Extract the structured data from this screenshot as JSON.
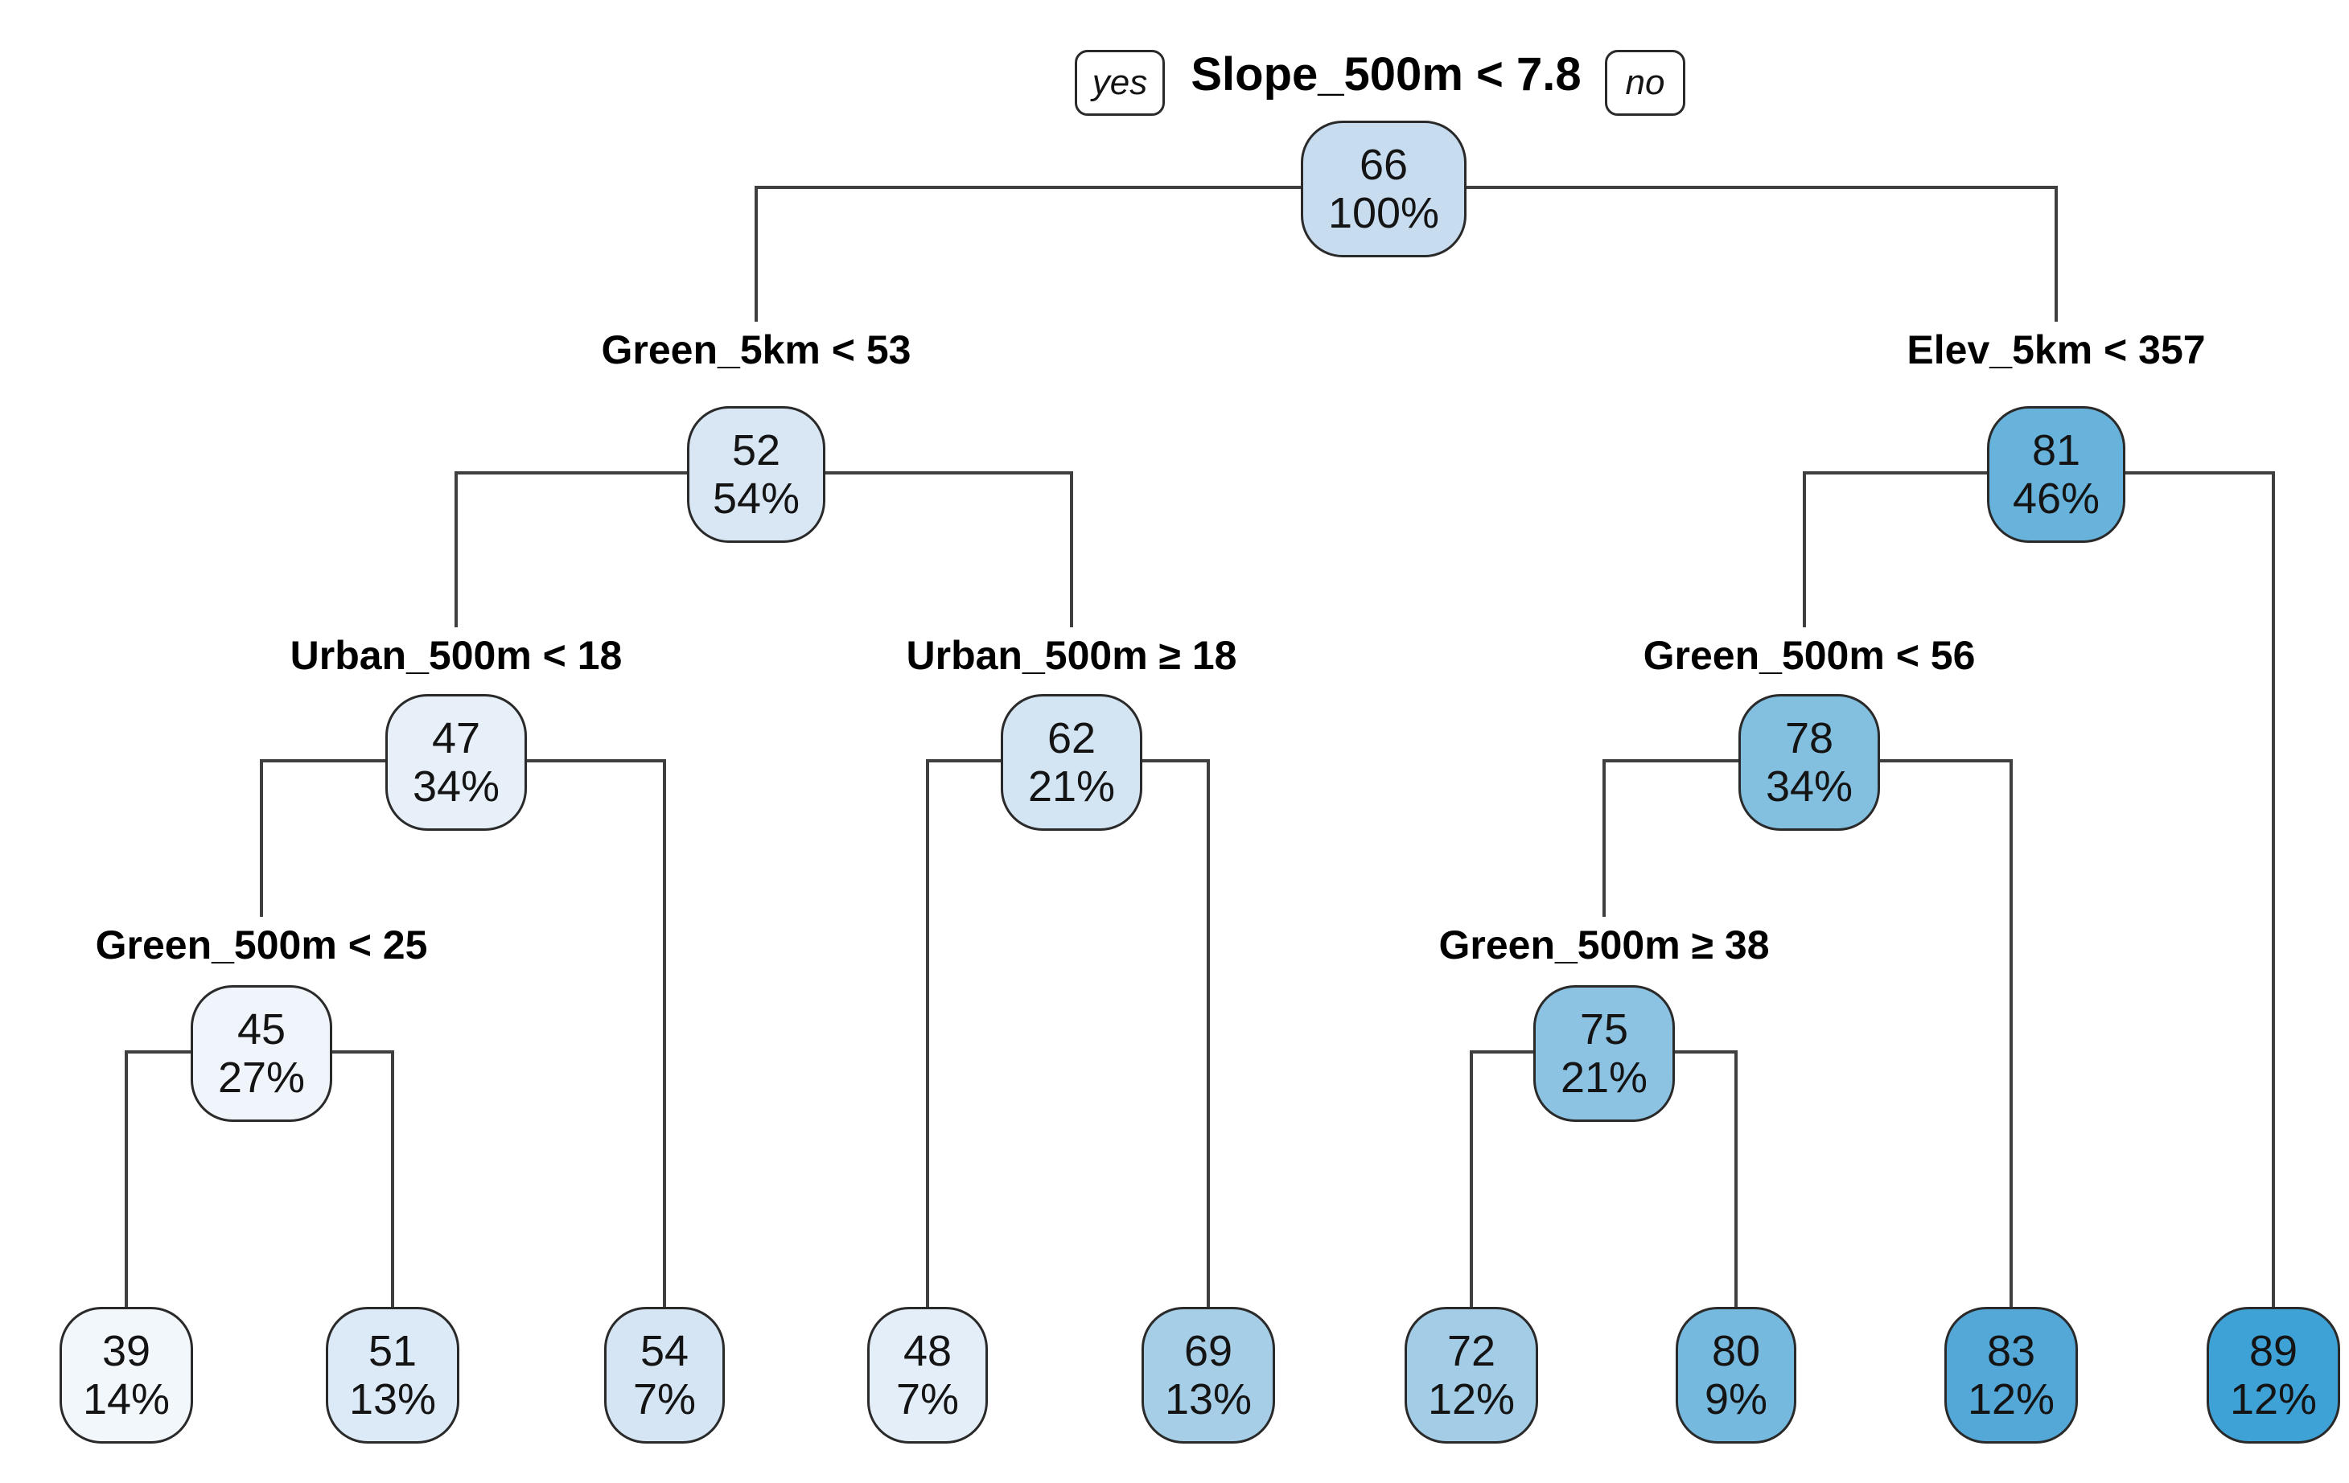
{
  "figure": {
    "type": "decision-tree",
    "background": "#ffffff",
    "line_color": "#3f3f3f",
    "border_color": "#2a2a2a"
  },
  "branch_labels": {
    "yes": "yes",
    "no": "no"
  },
  "nodes": {
    "n66": {
      "split": "Slope_500m < 7.8",
      "value": "66",
      "pct": "100%"
    },
    "n52": {
      "split": "Green_5km < 53",
      "value": "52",
      "pct": "54%"
    },
    "n81": {
      "split": "Elev_5km < 357",
      "value": "81",
      "pct": "46%"
    },
    "n47": {
      "split": "Urban_500m < 18",
      "value": "47",
      "pct": "34%"
    },
    "n62": {
      "split": "Urban_500m ≥ 18",
      "value": "62",
      "pct": "21%"
    },
    "n78": {
      "split": "Green_500m < 56",
      "value": "78",
      "pct": "34%"
    },
    "n45": {
      "split": "Green_500m < 25",
      "value": "45",
      "pct": "27%"
    },
    "n75": {
      "split": "Green_500m ≥ 38",
      "value": "75",
      "pct": "21%"
    },
    "n39": {
      "value": "39",
      "pct": "14%"
    },
    "n51": {
      "value": "51",
      "pct": "13%"
    },
    "n54": {
      "value": "54",
      "pct": "7%"
    },
    "n48": {
      "value": "48",
      "pct": "7%"
    },
    "n69": {
      "value": "69",
      "pct": "13%"
    },
    "n72": {
      "value": "72",
      "pct": "12%"
    },
    "n80": {
      "value": "80",
      "pct": "9%"
    },
    "n83": {
      "value": "83",
      "pct": "12%"
    },
    "n89": {
      "value": "89",
      "pct": "12%"
    }
  },
  "fills": {
    "n66": "#C7DCEF",
    "n52": "#D9E7F5",
    "n81": "#68B3DC",
    "n47": "#E7F0F9",
    "n62": "#D3E4F3",
    "n78": "#83BFDF",
    "n45": "#F0F5FB",
    "n75": "#8CC3E2",
    "n39": "#F2F7FC",
    "n51": "#DCE9F6",
    "n54": "#D5E5F4",
    "n48": "#E4EEF9",
    "n69": "#A6CFE7",
    "n72": "#A3CDE6",
    "n80": "#76B9DE",
    "n83": "#54A8D8",
    "n89": "#3EA2D6"
  },
  "tree": {
    "root": "Slope_500m < 7.8 (66, 100%)",
    "yes_branch": {
      "split": "Green_5km < 53 (52, 54%)",
      "yes": {
        "split": "Urban_500m < 18 (47, 34%)",
        "yes": {
          "split": "Green_500m < 25 (45, 27%)",
          "yes": "leaf 39, 14%",
          "no": "leaf 51, 13%"
        },
        "no": "leaf 54, 7%"
      },
      "no": {
        "split": "Urban_500m ≥ 18 (62, 21%)",
        "yes": "leaf 48, 7%",
        "no": "leaf 69, 13%"
      }
    },
    "no_branch": {
      "split": "Elev_5km < 357 (81, 46%)",
      "yes": {
        "split": "Green_500m < 56 (78, 34%)",
        "yes": {
          "split": "Green_500m ≥ 38 (75, 21%)",
          "yes": "leaf 72, 12%",
          "no": "leaf 80, 9%"
        },
        "no": "leaf 83, 12%"
      },
      "no": "leaf 89, 12%"
    }
  }
}
